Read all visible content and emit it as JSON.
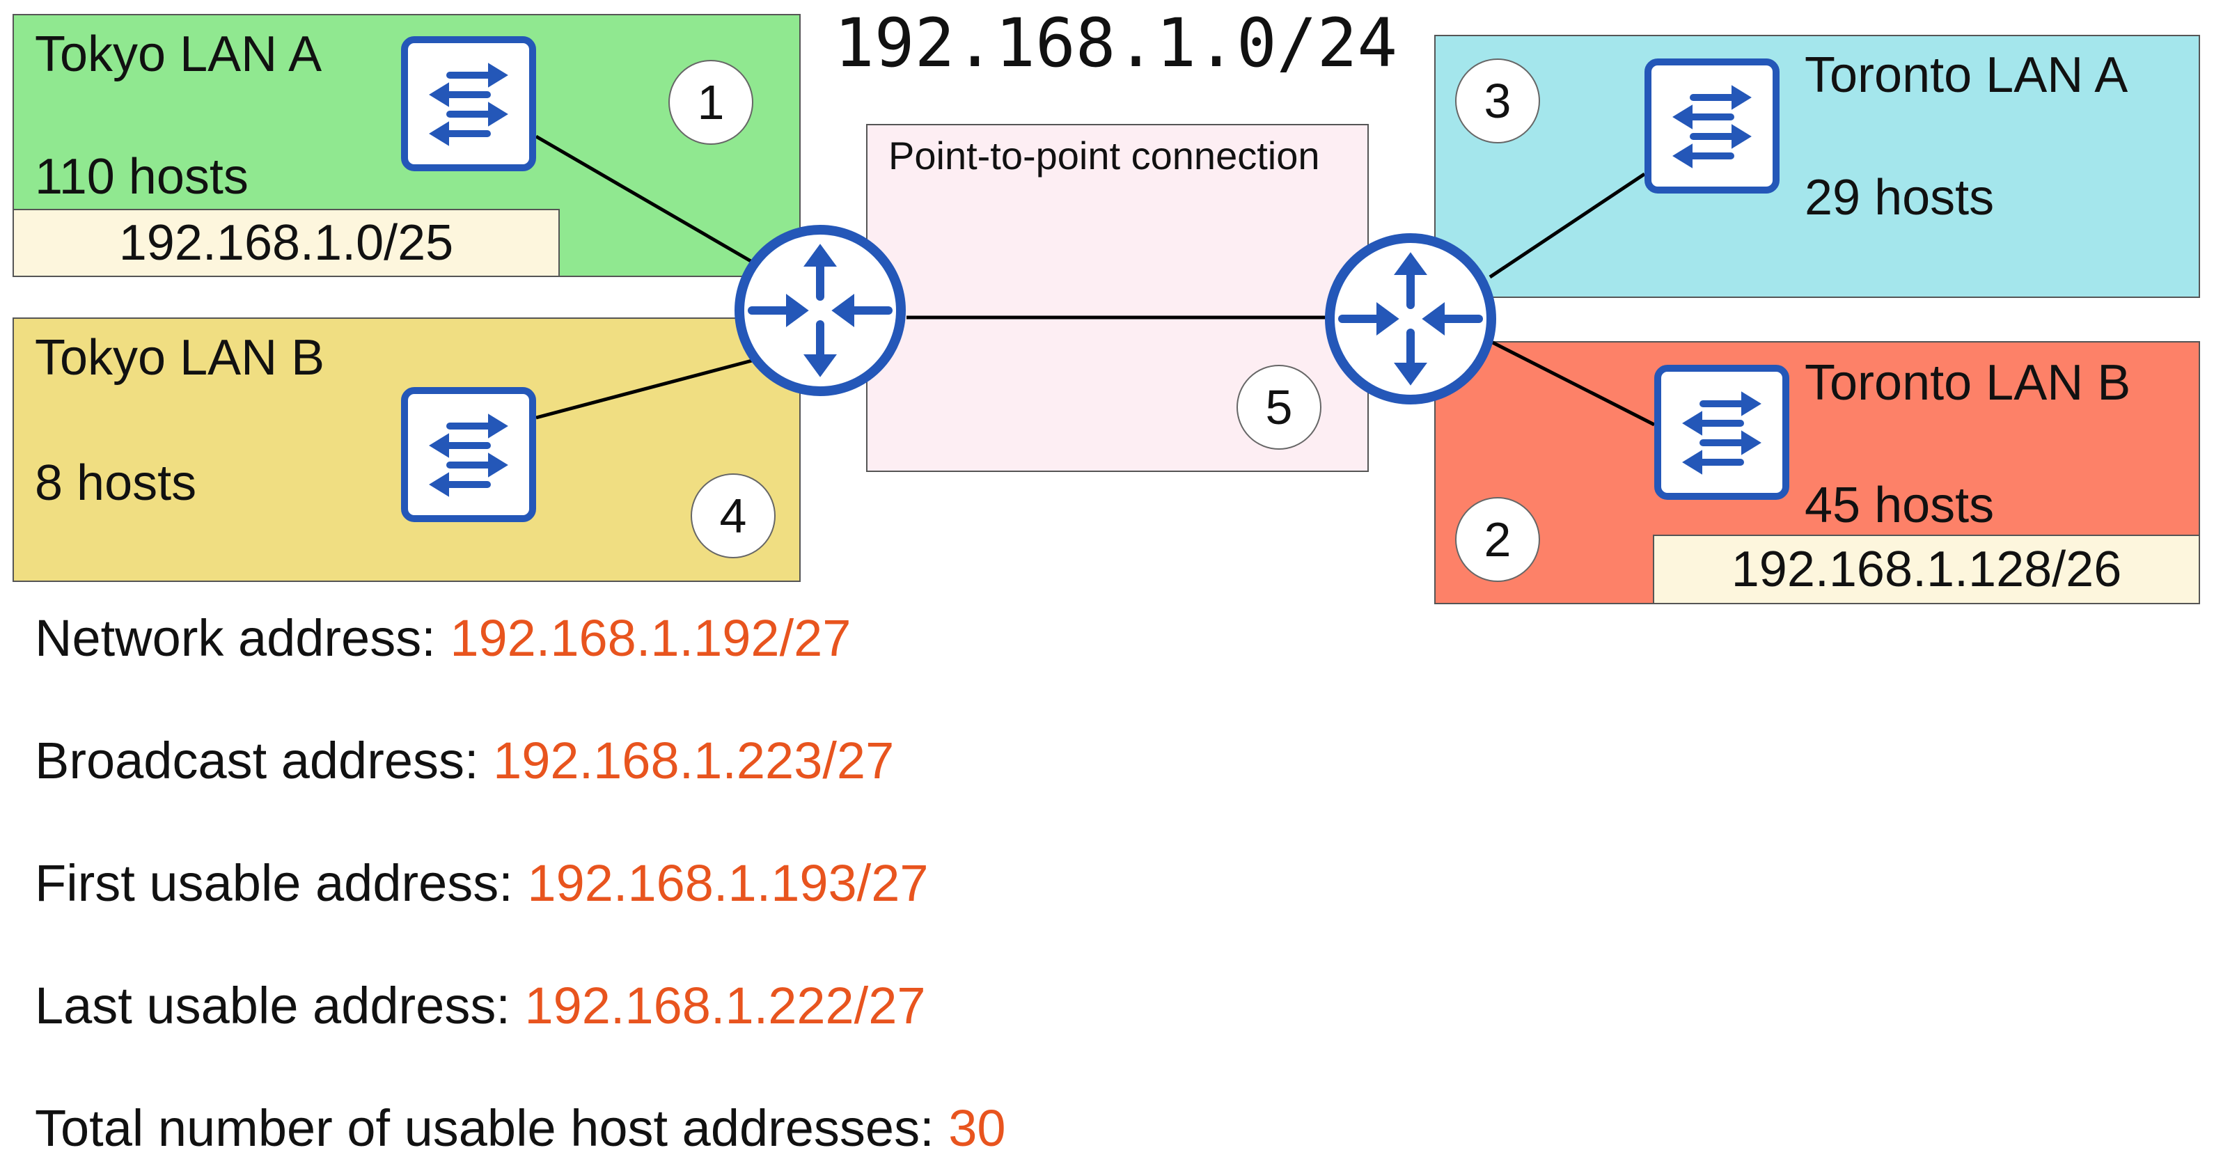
{
  "title": "192.168.1.0/24",
  "tokyo_a": {
    "name": "Tokyo LAN A",
    "hosts": "110 hosts",
    "subnet": "192.168.1.0/25",
    "color": "#90e890"
  },
  "tokyo_b": {
    "name": "Tokyo LAN B",
    "hosts": "8 hosts",
    "color": "#f0de82"
  },
  "p2p": {
    "label": "Point-to-point connection",
    "color": "#fdeef3"
  },
  "toronto_a": {
    "name": "Toronto LAN A",
    "hosts": "29 hosts",
    "color": "#a4e6ec"
  },
  "toronto_b": {
    "name": "Toronto LAN B",
    "hosts": "45 hosts",
    "subnet": "192.168.1.128/26",
    "color": "#fd8168"
  },
  "markers": {
    "m1": "1",
    "m2": "2",
    "m3": "3",
    "m4": "4",
    "m5": "5"
  },
  "info": {
    "network_label": "Network address: ",
    "network_value": "192.168.1.192/27",
    "broadcast_label": "Broadcast address: ",
    "broadcast_value": "192.168.1.223/27",
    "first_label": "First usable address: ",
    "first_value": "192.168.1.193/27",
    "last_label": "Last usable address: ",
    "last_value": "192.168.1.222/27",
    "total_label": "Total number of usable host addresses: ",
    "total_value": "30"
  },
  "colors": {
    "device_blue": "#2457b8",
    "answer_orange": "#e8541e"
  },
  "icons": {
    "switch": "switch-icon",
    "router": "router-icon"
  }
}
